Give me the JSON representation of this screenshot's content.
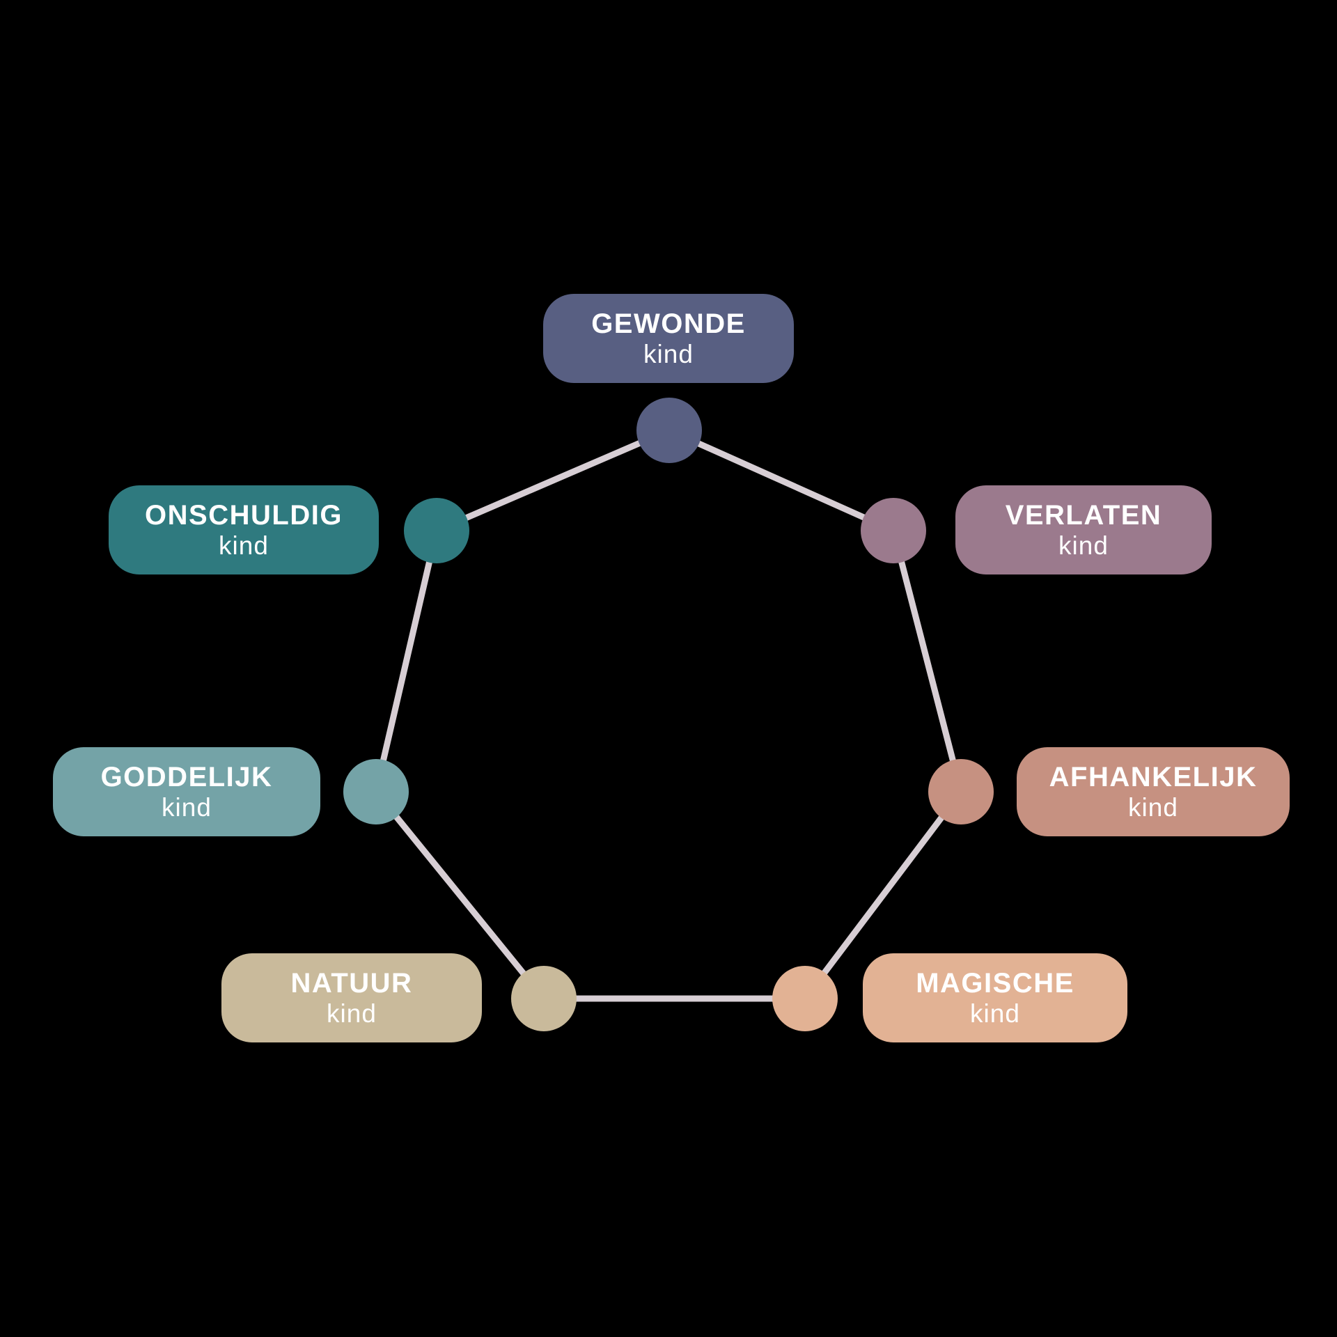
{
  "diagram": {
    "type": "circular-archetype-diagram",
    "background_color": "#000000",
    "connector_color": "#d7ced4",
    "text_color": "#ffffff",
    "nodes": [
      {
        "id": "gewonde",
        "label": "GEWONDE",
        "sublabel": "kind",
        "color": "#585f82",
        "position": "top"
      },
      {
        "id": "verlaten",
        "label": "VERLATEN",
        "sublabel": "kind",
        "color": "#9b7a8d",
        "position": "upper-right"
      },
      {
        "id": "afhankelijk",
        "label": "AFHANKELIJK",
        "sublabel": "kind",
        "color": "#c69181",
        "position": "right"
      },
      {
        "id": "magische",
        "label": "MAGISCHE",
        "sublabel": "kind",
        "color": "#e2b294",
        "position": "lower-right"
      },
      {
        "id": "natuur",
        "label": "NATUUR",
        "sublabel": "kind",
        "color": "#c9ba9b",
        "position": "lower-left"
      },
      {
        "id": "goddelijk",
        "label": "GODDELIJK",
        "sublabel": "kind",
        "color": "#74a3a7",
        "position": "left"
      },
      {
        "id": "onschuldig",
        "label": "ONSCHULDIG",
        "sublabel": "kind",
        "color": "#2f7a7f",
        "position": "upper-left"
      }
    ]
  }
}
